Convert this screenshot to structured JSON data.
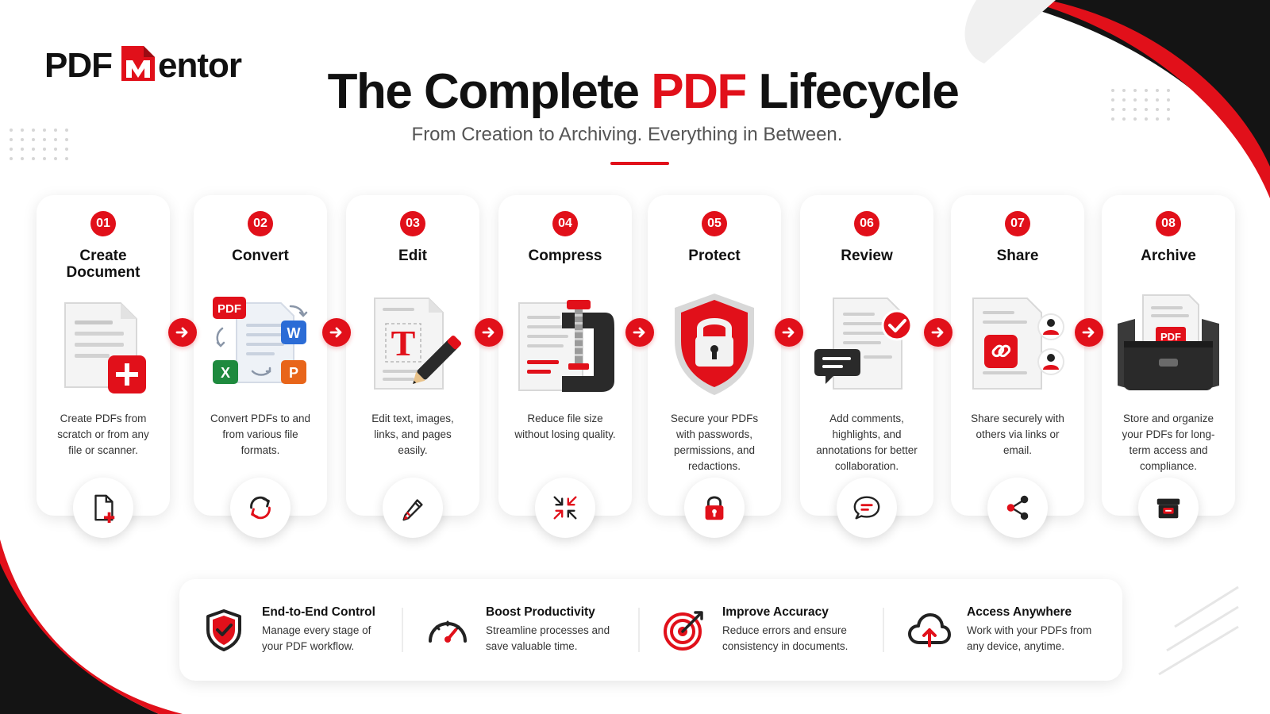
{
  "brand": {
    "text_left": "PDF",
    "text_right": "entor",
    "accent_color": "#e1101a"
  },
  "header": {
    "title_part1": "The Complete ",
    "title_accent": "PDF",
    "title_part2": " Lifecycle",
    "subtitle": "From Creation to Archiving. Everything in Between."
  },
  "steps": [
    {
      "number": "01",
      "title": "Create Document",
      "desc": "Create PDFs from scratch or from any file or scanner.",
      "icon": "file-plus-icon"
    },
    {
      "number": "02",
      "title": "Convert",
      "desc": "Convert PDFs to and from various file formats.",
      "icon": "refresh-icon"
    },
    {
      "number": "03",
      "title": "Edit",
      "desc": "Edit text, images, links, and pages easily.",
      "icon": "pencil-icon"
    },
    {
      "number": "04",
      "title": "Compress",
      "desc": "Reduce file size without losing quality.",
      "icon": "compress-icon"
    },
    {
      "number": "05",
      "title": "Protect",
      "desc": "Secure your PDFs with passwords, permissions, and redactions.",
      "icon": "lock-icon"
    },
    {
      "number": "06",
      "title": "Review",
      "desc": "Add comments, highlights, and annotations for better collaboration.",
      "icon": "comment-icon"
    },
    {
      "number": "07",
      "title": "Share",
      "desc": "Share securely with others via links or email.",
      "icon": "share-icon"
    },
    {
      "number": "08",
      "title": "Archive",
      "desc": "Store and organize your PDFs for long-term access and compliance.",
      "icon": "archive-icon"
    }
  ],
  "illustrations": {
    "convert_pdf": "PDF",
    "convert_word": "W",
    "convert_excel": "X",
    "convert_ppt": "P",
    "edit_text": "T",
    "archive_pdf": "PDF"
  },
  "benefits": [
    {
      "title": "End-to-End Control",
      "desc": "Manage every stage of your PDF workflow.",
      "icon": "shield-check-icon"
    },
    {
      "title": "Boost Productivity",
      "desc": "Streamline processes and save valuable time.",
      "icon": "speedometer-icon"
    },
    {
      "title": "Improve Accuracy",
      "desc": "Reduce errors and ensure consistency in documents.",
      "icon": "target-icon"
    },
    {
      "title": "Access Anywhere",
      "desc": "Work with your PDFs from any device, anytime.",
      "icon": "cloud-upload-icon"
    }
  ]
}
